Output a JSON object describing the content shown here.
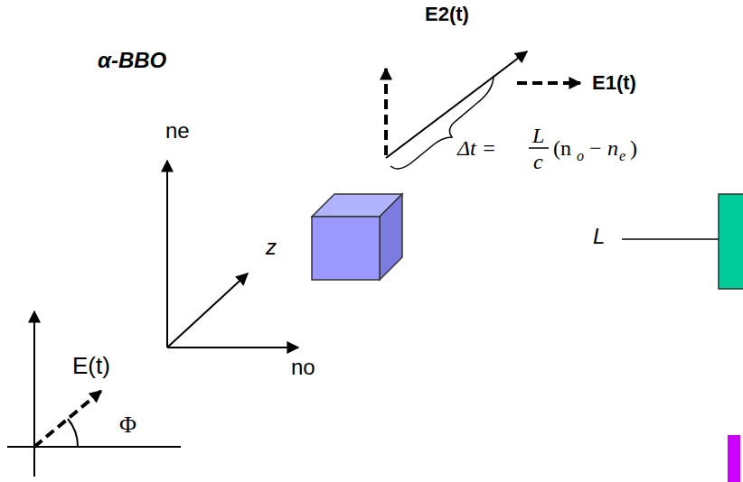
{
  "diagram": {
    "labels": [
      "α-BBO",
      "ne",
      "no",
      "z",
      "E(t)",
      "Φ",
      "E2(t)",
      "E1(t)",
      "Δt =",
      "L",
      "c",
      "(n",
      "o",
      "−",
      "n",
      "e",
      ")",
      "L"
    ]
  }
}
